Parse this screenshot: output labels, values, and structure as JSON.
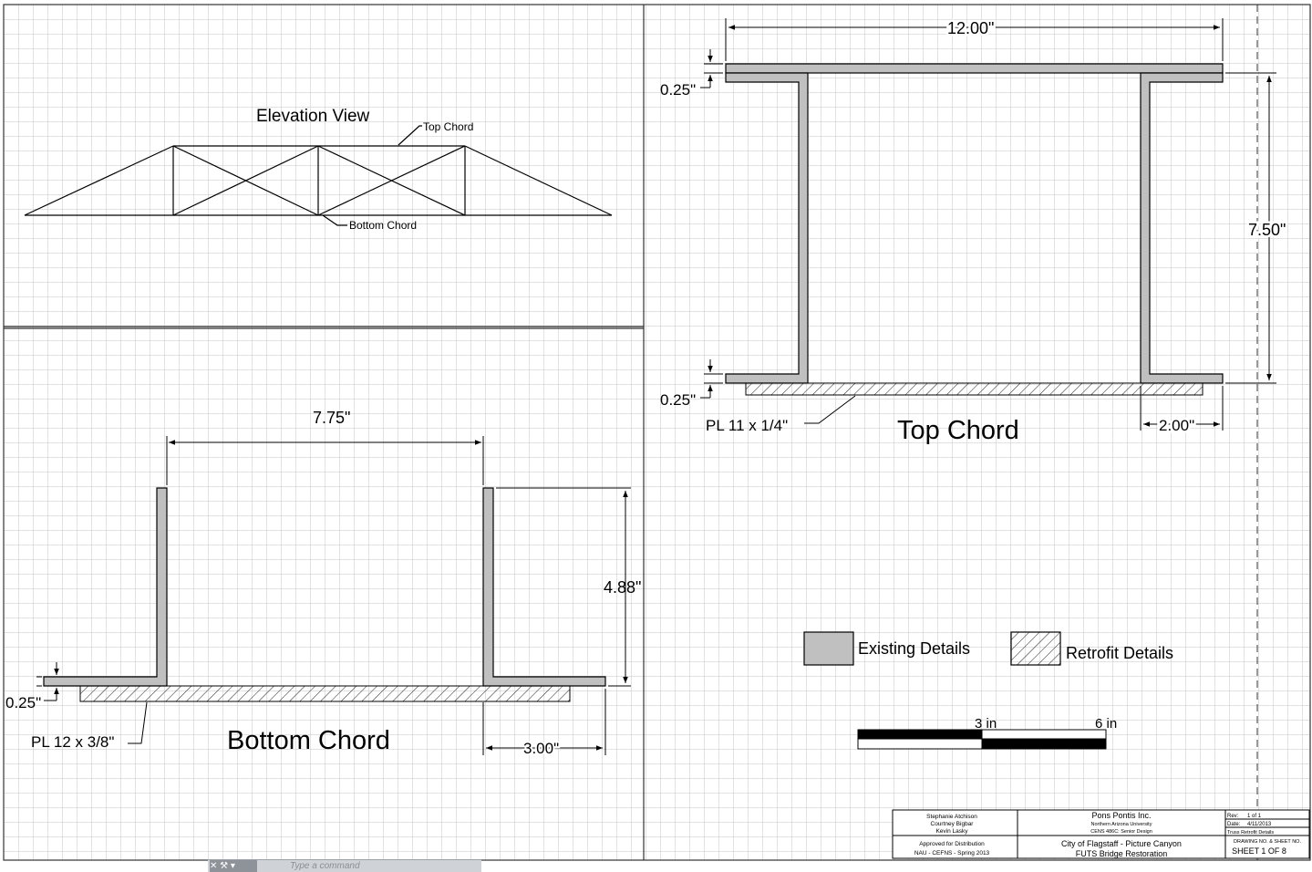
{
  "elevation": {
    "title": "Elevation View",
    "top_chord_label": "Top Chord",
    "bottom_chord_label": "Bottom Chord"
  },
  "bottom_section": {
    "title": "Bottom Chord",
    "dim_width": "7.75\"",
    "dim_height": "4.88\"",
    "dim_thickness": "0.25\"",
    "dim_leg": "3.00\"",
    "plate_label": "PL 12 x 3/8\""
  },
  "top_section": {
    "title": "Top Chord",
    "dim_width": "12.00\"",
    "dim_height": "7.50\"",
    "dim_thickness_top": "0.25\"",
    "dim_thickness_bottom": "0.25\"",
    "dim_leg": "2.00\"",
    "plate_label": "PL 11 x 1/4\""
  },
  "legend": {
    "existing_label": "Existing Details",
    "retrofit_label": "Retrofit Details",
    "existing_color": "#c0c0c0"
  },
  "scale_bar": {
    "label_mid": "3 in",
    "label_end": "6 in"
  },
  "title_block": {
    "names": [
      "Stephanie Atchison",
      "Courtney Bigbar",
      "Kevin Lasky"
    ],
    "approved": "Approved for Distribution",
    "org_line": "NAU - CEFNS - Spring 2013",
    "company": "Pons Pontis Inc.",
    "university": "Northern Arizona University",
    "course": "CENS 486C: Senior Design",
    "project_line1": "City of Flagstaff - Picture Canyon",
    "project_line2": "FUTS Bridge Restoration",
    "rev_label": "Rev:",
    "rev_value": "1 of 1",
    "date_label": "Date:",
    "date_value": "4/11/2013",
    "drawing_title": "Truss Retrofit Details",
    "drawing_no_label": "DRAWING NO. & SHEET NO.",
    "sheet": "SHEET 1 OF 8"
  },
  "command_line": {
    "placeholder": "Type a command"
  }
}
